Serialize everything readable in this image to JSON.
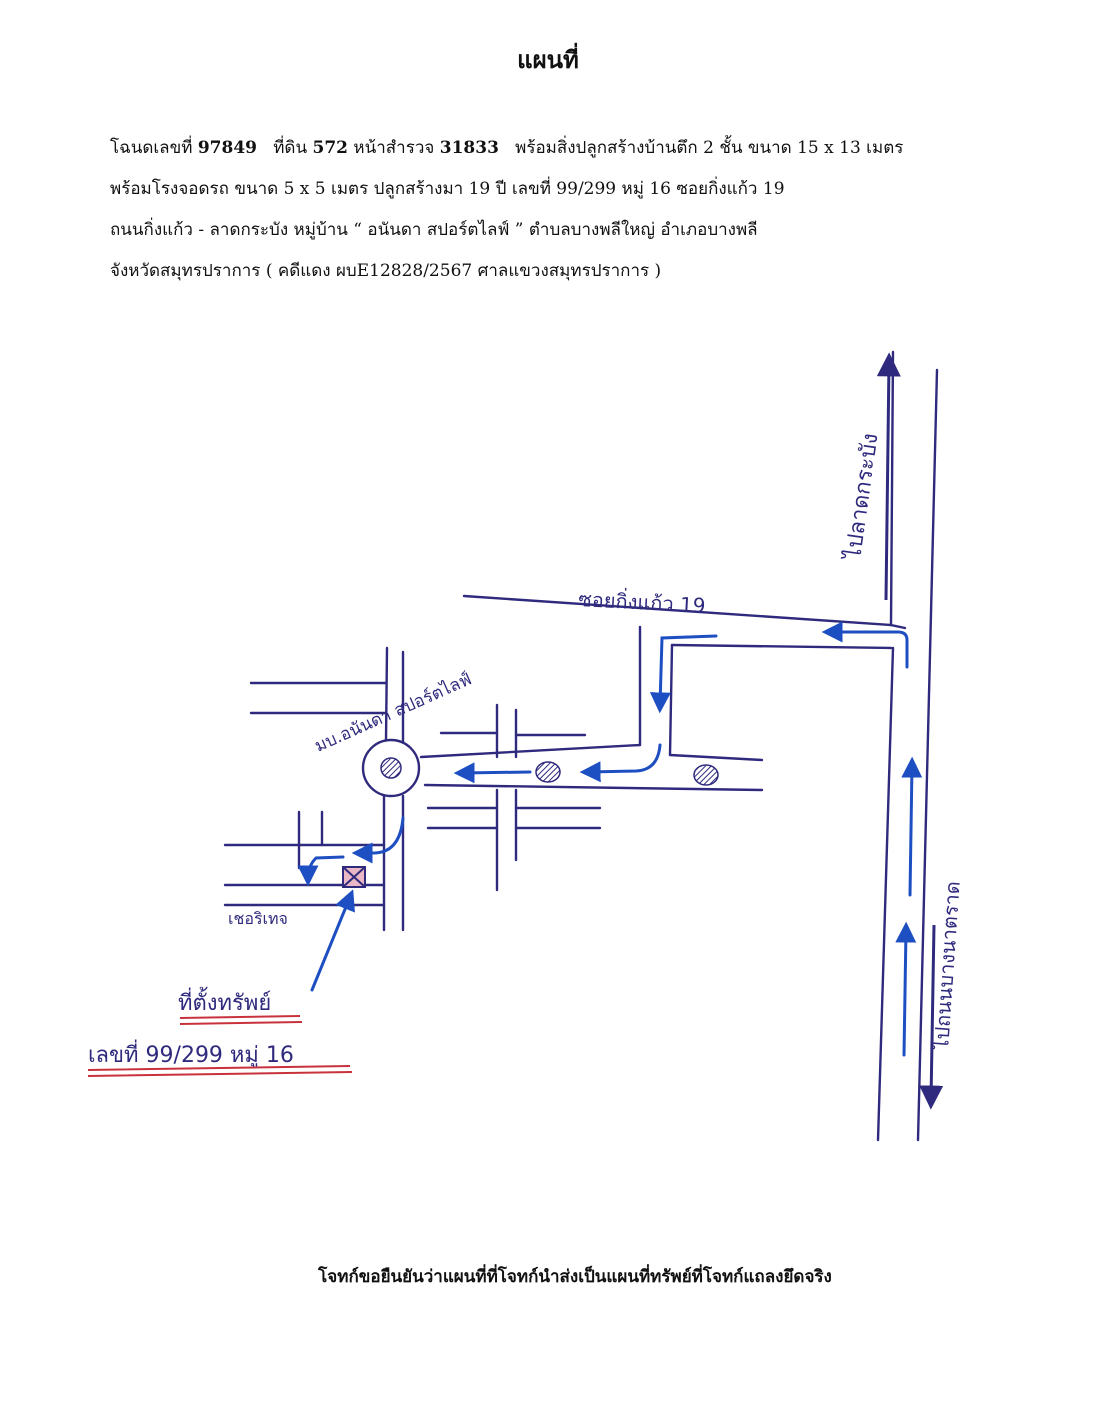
{
  "title": "แผนที่",
  "description": {
    "line1": {
      "deed_prefix": "โฉนดเลขที่",
      "deed_no": "97849",
      "land_prefix": "ที่ดิน",
      "land_no": "572",
      "survey_prefix": "หน้าสำรวจ",
      "survey_no": "31833",
      "rest": "พร้อมสิ่งปลูกสร้างบ้านตึก 2 ชั้น ขนาด 15 x 13 เมตร"
    },
    "line2": "พร้อมโรงจอดรถ ขนาด 5 x 5 เมตร ปลูกสร้างมา 19 ปี เลขที่ 99/299 หมู่ 16 ซอยกิ่งแก้ว 19",
    "line3": "ถนนกิ่งแก้ว - ลาดกระบัง หมู่บ้าน “ อนันดา สปอร์ตไลฟ์ ” ตำบลบางพลีใหญ่ อำเภอบางพลี",
    "line4": "จังหวัดสมุทรปราการ ( คดีแดง ผบE12828/2567 ศาลแขวงสมุทรปราการ )"
  },
  "map": {
    "labels": {
      "to_ladkrabang": "ไปลาดกระบัง",
      "soi": "ซอยกิ่งแก้ว 19",
      "village": "มบ.อนันดา สปอร์ตไลฟ์",
      "house": "เชอริเทจ",
      "to_bangna": "ไปถนนบางนาตราด",
      "property": "ที่ตั้งทรัพย์",
      "address": "เลขที่ 99/299 หมู่ 16"
    },
    "colors": {
      "pen": "#2f2a7d",
      "route": "#1e4fc2",
      "underline": "#c8323c"
    }
  },
  "footer": "โจทก์ขอยืนยันว่าแผนที่ที่โจทก์นำส่งเป็นแผนที่ทรัพย์ที่โจทก์แถลงยึดจริง"
}
